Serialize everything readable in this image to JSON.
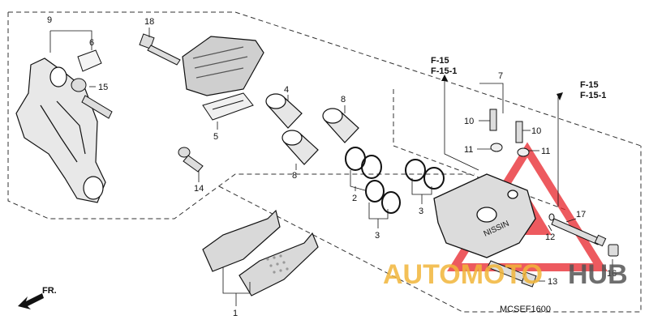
{
  "diagram": {
    "code": "MCSEF1600",
    "direction_label": "FR.",
    "refs": {
      "left": [
        "F-15",
        "F-15-1"
      ],
      "right": [
        "F-15",
        "F-15-1"
      ]
    },
    "parts": [
      {
        "key": "p9",
        "number": "9"
      },
      {
        "key": "p6",
        "number": "6"
      },
      {
        "key": "p15",
        "number": "15"
      },
      {
        "key": "p18",
        "number": "18"
      },
      {
        "key": "p4",
        "number": "4"
      },
      {
        "key": "p8a",
        "number": "8"
      },
      {
        "key": "p8b",
        "number": "8"
      },
      {
        "key": "p5",
        "number": "5"
      },
      {
        "key": "p14",
        "number": "14"
      },
      {
        "key": "p2",
        "number": "2"
      },
      {
        "key": "p3a",
        "number": "3"
      },
      {
        "key": "p3b",
        "number": "3"
      },
      {
        "key": "p7",
        "number": "7"
      },
      {
        "key": "p10a",
        "number": "10"
      },
      {
        "key": "p10b",
        "number": "10"
      },
      {
        "key": "p11a",
        "number": "11"
      },
      {
        "key": "p11b",
        "number": "11"
      },
      {
        "key": "p17",
        "number": "17"
      },
      {
        "key": "p12",
        "number": "12"
      },
      {
        "key": "p16",
        "number": "16"
      },
      {
        "key": "p13",
        "number": "13"
      },
      {
        "key": "p1",
        "number": "1"
      }
    ],
    "caliper_brand": "NISSIN"
  },
  "watermark": {
    "text_a": "AUTOMOTO",
    "text_b": "HUB",
    "color_a": "#f2b63a",
    "color_b": "#555555",
    "triangle_color": "#e8232a"
  }
}
